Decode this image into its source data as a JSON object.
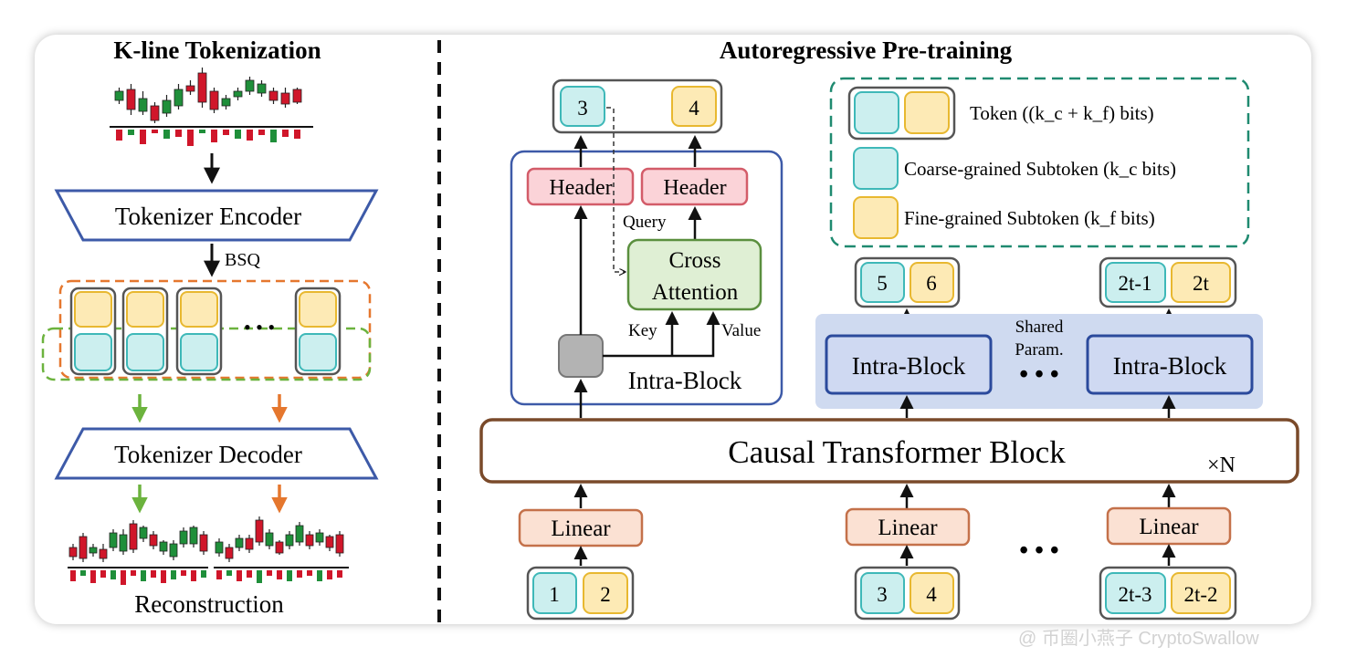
{
  "left": {
    "title": "K-line Tokenization",
    "encoder": "Tokenizer Encoder",
    "bsq": "BSQ",
    "ellipsis": "• • •",
    "decoder": "Tokenizer Decoder",
    "reconstruction": "Reconstruction"
  },
  "right": {
    "title": "Autoregressive Pre-training",
    "output_tokens": [
      "3",
      "4"
    ],
    "header_label": "Header",
    "query_label": "Query",
    "cross_attention": [
      "Cross",
      "Attention"
    ],
    "key_label": "Key",
    "value_label": "Value",
    "intra_block_label": "Intra-Block",
    "legend": {
      "token": "Token ((k_c + k_f) bits)",
      "coarse": "Coarse-grained Subtoken (k_c bits)",
      "fine": "Fine-grained Subtoken (k_f bits)"
    },
    "block_outputs": [
      [
        "5",
        "6"
      ],
      [
        "2t-1",
        "2t"
      ]
    ],
    "shared_param": [
      "Shared",
      "Param."
    ],
    "dots": "• • •",
    "causal_transformer": "Causal Transformer Block",
    "times_n": "×N",
    "linear_label": "Linear",
    "inputs": [
      [
        "1",
        "2"
      ],
      [
        "3",
        "4"
      ],
      [
        "2t-3",
        "2t-2"
      ]
    ]
  },
  "watermark": "@ 币圈小燕子 CryptoSwallow",
  "colors": {
    "teal_fill": "#ccefef",
    "teal_stroke": "#3eb8b8",
    "yellow_fill": "#fdeab5",
    "yellow_stroke": "#e8b830",
    "header_fill": "#fbd3d8",
    "header_stroke": "#d35c69",
    "linear_fill": "#fbe1d3",
    "linear_stroke": "#c4714a",
    "blue_border": "#3d5aa8",
    "green_arrow": "#6cb33e",
    "orange_arrow": "#e5772e",
    "dashed_green": "#1f8a70"
  }
}
